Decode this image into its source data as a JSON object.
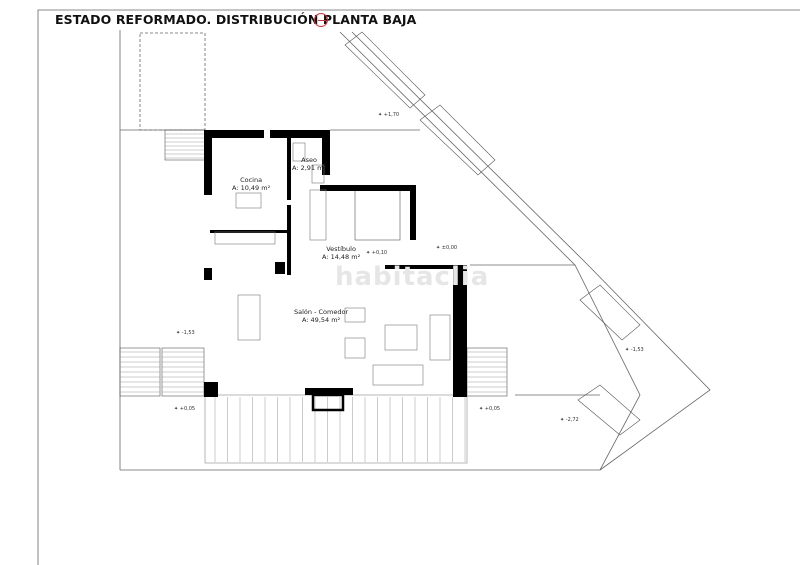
{
  "title": "ESTADO REFORMADO. DISTRIBUCIÓN PLANTA BAJA",
  "north_icon": "north-arrow-icon",
  "watermark": "habitaclia",
  "rooms": [
    {
      "name": "Cocina",
      "area": "A: 10,49 m²"
    },
    {
      "name": "Aseo",
      "area": "A: 2,91 m²"
    },
    {
      "name": "Vestíbulo",
      "area": "A: 14,48 m²"
    },
    {
      "name": "Salón - Comedor",
      "area": "A: 49,54 m²"
    }
  ],
  "levels": [
    "+1,70",
    "+0,10",
    "±0,00",
    "-1,53",
    "-1,53",
    "+0,05",
    "+0,05",
    "-2,72"
  ],
  "colors": {
    "wall": "#000000",
    "line": "#555555",
    "north": "#cc3333"
  }
}
